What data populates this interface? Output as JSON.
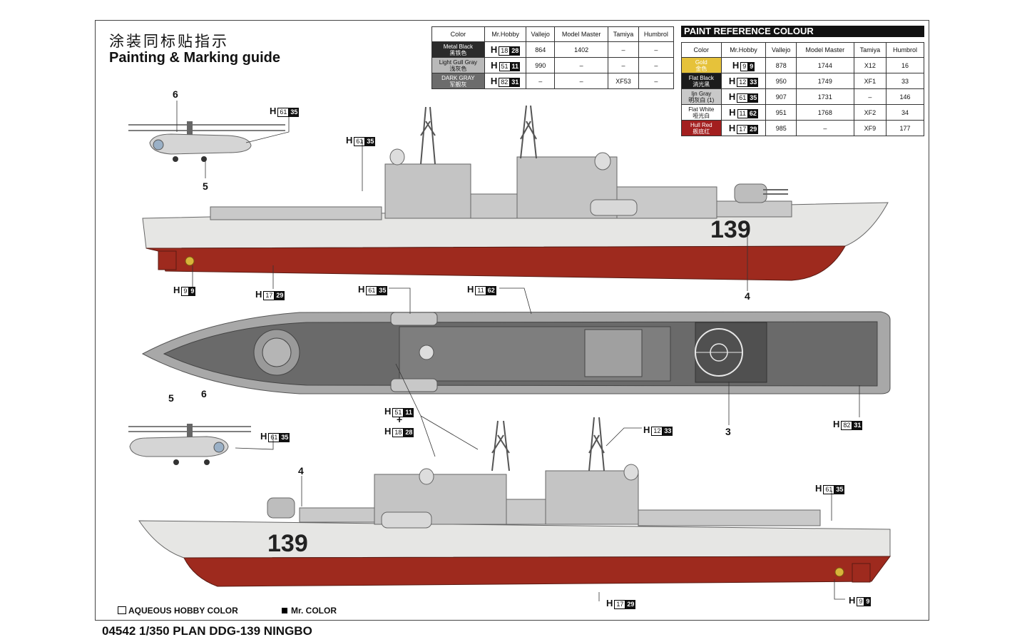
{
  "header": {
    "title_cn": "涂装同标贴指示",
    "title_en": "Painting & Marking guide"
  },
  "footer": {
    "product": "04542 1/350 PLAN DDG-139 NINGBO"
  },
  "legend": {
    "aqueous": "AQUEOUS HOBBY COLOR",
    "mr_color": "Mr. COLOR"
  },
  "colors": {
    "hull_red": "#9e2a1e",
    "hull_white": "#e8e8e6",
    "deck_gray": "#5a5a5a",
    "superstructure": "#c9c9c9",
    "gold": "#e6c23a"
  },
  "table1": {
    "headers": [
      "Color",
      "Mr.Hobby",
      "Vallejo",
      "Model Master",
      "Tamiya",
      "Humbrol"
    ],
    "rows": [
      {
        "name": "Metal Black",
        "name_cn": "黑铁色",
        "h": "H",
        "aq": "18",
        "mr": "28",
        "vallejo": "864",
        "mm": "1402",
        "tamiya": "–",
        "humbrol": "–",
        "bg": "#2b2b2b",
        "fg": "#ffffff"
      },
      {
        "name": "Light Gull Gray",
        "name_cn": "浅灰色",
        "h": "H",
        "aq": "51",
        "mr": "11",
        "vallejo": "990",
        "mm": "–",
        "tamiya": "–",
        "humbrol": "–",
        "bg": "#b9b9b9",
        "fg": "#111111"
      },
      {
        "name": "DARK GRAY",
        "name_cn": "军舰灰",
        "h": "H",
        "aq": "82",
        "mr": "31",
        "vallejo": "–",
        "mm": "–",
        "tamiya": "XF53",
        "humbrol": "–",
        "bg": "#6c6c6c",
        "fg": "#ffffff"
      }
    ]
  },
  "table2": {
    "title": "PAINT  REFERENCE COLOUR",
    "headers": [
      "Color",
      "Mr.Hobby",
      "Vallejo",
      "Model Master",
      "Tamiya",
      "Humbrol"
    ],
    "rows": [
      {
        "name": "Gold",
        "name_cn": "金色",
        "h": "H",
        "aq": "9",
        "mr": "9",
        "vallejo": "878",
        "mm": "1744",
        "tamiya": "X12",
        "humbrol": "16",
        "bg": "#e6c23a",
        "fg": "#ffffff"
      },
      {
        "name": "Flat Black",
        "name_cn": "消光黑",
        "h": "H",
        "aq": "12",
        "mr": "33",
        "vallejo": "950",
        "mm": "1749",
        "tamiya": "XF1",
        "humbrol": "33",
        "bg": "#1b1b1b",
        "fg": "#ffffff"
      },
      {
        "name": "Ijn Gray",
        "name_cn": "明灰白 (1)",
        "h": "H",
        "aq": "61",
        "mr": "35",
        "vallejo": "907",
        "mm": "1731",
        "tamiya": "–",
        "humbrol": "146",
        "bg": "#c9c9c9",
        "fg": "#111111"
      },
      {
        "name": "Flat White",
        "name_cn": "哑光白",
        "h": "H",
        "aq": "11",
        "mr": "62",
        "vallejo": "951",
        "mm": "1768",
        "tamiya": "XF2",
        "humbrol": "34",
        "bg": "#ffffff",
        "fg": "#111111"
      },
      {
        "name": "Hull Red",
        "name_cn": "舰底红",
        "h": "H",
        "aq": "17",
        "mr": "29",
        "vallejo": "985",
        "mm": "–",
        "tamiya": "XF9",
        "humbrol": "177",
        "bg": "#a31f1f",
        "fg": "#ffffff"
      }
    ]
  },
  "hull_number": "139",
  "callouts": [
    {
      "id": "c1",
      "h": "H",
      "aq": "61",
      "mr": "35"
    },
    {
      "id": "c2",
      "h": "H",
      "aq": "61",
      "mr": "35"
    },
    {
      "id": "c3",
      "h": "H",
      "aq": "9",
      "mr": "9"
    },
    {
      "id": "c4",
      "h": "H",
      "aq": "17",
      "mr": "29"
    },
    {
      "id": "c5",
      "h": "H",
      "aq": "61",
      "mr": "35"
    },
    {
      "id": "c6",
      "h": "H",
      "aq": "11",
      "mr": "62"
    },
    {
      "id": "c7",
      "h": "H",
      "aq": "82",
      "mr": "31"
    },
    {
      "id": "c8",
      "h": "H",
      "aq": "61",
      "mr": "35"
    },
    {
      "id": "c9",
      "h": "H",
      "aq": "51",
      "mr": "11"
    },
    {
      "id": "c10",
      "h": "H",
      "aq": "18",
      "mr": "28"
    },
    {
      "id": "c11",
      "h": "H",
      "aq": "12",
      "mr": "33"
    },
    {
      "id": "c12",
      "h": "H",
      "aq": "61",
      "mr": "35"
    },
    {
      "id": "c13",
      "h": "H",
      "aq": "17",
      "mr": "29"
    },
    {
      "id": "c14",
      "h": "H",
      "aq": "9",
      "mr": "9"
    }
  ],
  "plus": "+",
  "numbers": {
    "n6a": "6",
    "n5a": "5",
    "n4a": "4",
    "n3": "3",
    "n5b": "5",
    "n6b": "6",
    "n4b": "4"
  }
}
